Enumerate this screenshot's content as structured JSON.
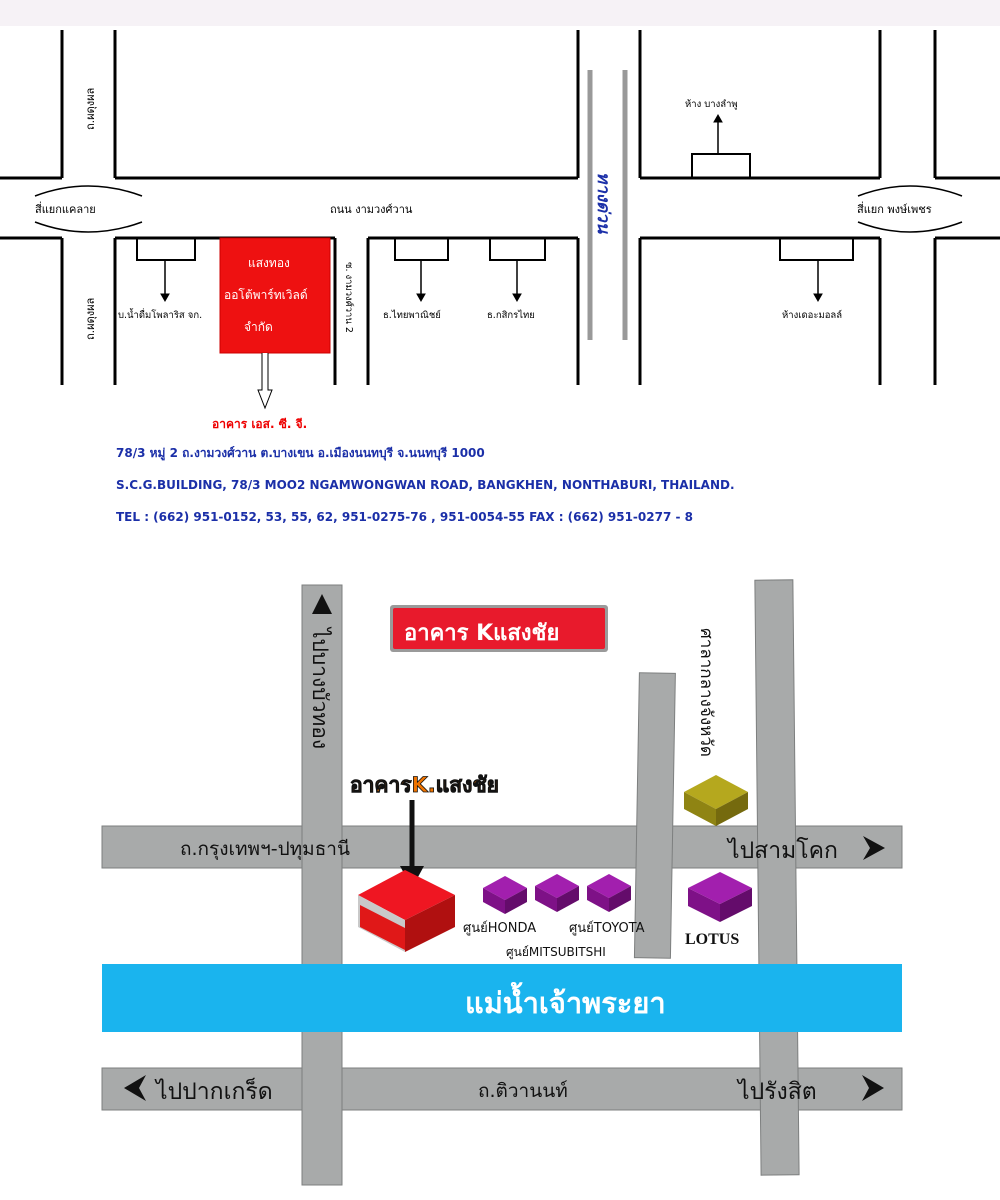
{
  "top_map": {
    "roads": {
      "main": "ถนน งามวงศ์วาน",
      "vertical_left_top": "ถ.ผดุงผล",
      "vertical_left_bottom": "ถ.ผดุงผล",
      "soi": "ซ. งามวงศ์วาน 2",
      "highway": "ทางด่วน"
    },
    "junctions": {
      "left": "สี่แยกแคลาย",
      "right": "สี่แยก พงษ์เพชร"
    },
    "landmarks": {
      "left_factory": "บ.น้ำดื่มโพลาริส จก.",
      "bank_thai_panich": "ธ.ไทยพาณิชย์",
      "bank_kasikorn": "ธ.กสิกรไทย",
      "mall_bang_lamphu": "ห้าง บางลำพู",
      "mall_the_mall": "ห้างเดอะมอลล์"
    },
    "company_box": {
      "line1": "แสงทอง",
      "line2": "ออโต้พาร์ทเวิลด์",
      "line3": "จำกัด"
    },
    "building_label": "อาคาร เอส. ซี. จี.",
    "address": {
      "thai": "78/3 หมู่ 2  ถ.งามวงศ์วาน ต.บางเขน อ.เมืองนนทบุรี จ.นนทบุรี 1000",
      "english": "S.C.G.BUILDING, 78/3 MOO2 NGAMWONGWAN ROAD, BANGKHEN, NONTHABURI, THAILAND.",
      "phone": "TEL : (662) 951-0152, 53, 55, 62, 951-0275-76 , 951-0054-55   FAX : (662) 951-0277 - 8"
    }
  },
  "bottom_map": {
    "title_badge": "อาคาร Kแสงชัย",
    "building_label": "อาคารK.แสงชัย",
    "roads": {
      "vertical_left": "ไปบางบัวทอง",
      "horizontal_top": "ถ.กรุงเทพฯ-ปทุมธานี",
      "horizontal_bottom": "ถ.ติวานนท์",
      "to_sam_khok": "ไปสามโคก",
      "to_pak_kret": "ไปปากเกร็ด",
      "to_rangsit": "ไปรังสิต"
    },
    "river": "แม่น้ำเจ้าพระยา",
    "landmarks": {
      "court": "ศาลากลางจังหวัด",
      "honda": "ศูนย์HONDA",
      "mitsubishi": "ศูนย์MITSUBITSHI",
      "toyota": "ศูนย์TOYOTA",
      "lotus": "LOTUS"
    }
  },
  "colors": {
    "red": "#ee1111",
    "road_gray": "#a8aaaa",
    "river": "#1ab4ee",
    "purple": "#8a168f",
    "olive": "#9c8f16",
    "blue_text": "#1b2fa8"
  }
}
